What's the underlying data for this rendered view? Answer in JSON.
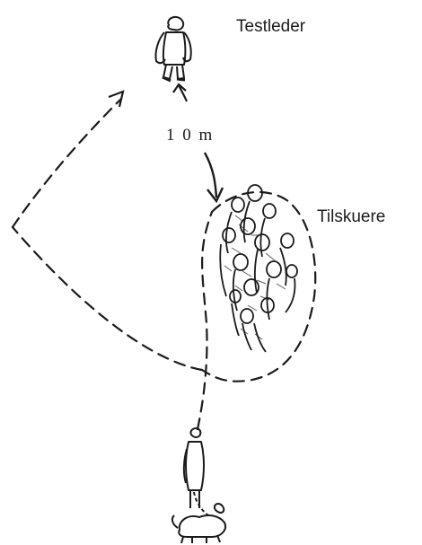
{
  "labels": {
    "test_leader": "Testleder",
    "spectators": "Tilskuere",
    "distance": "1 0 m"
  },
  "figures": {
    "test_leader": "standing-person-icon",
    "spectators": "group-of-people-icon",
    "participant": "person-with-dog-icon"
  },
  "colors": {
    "ink": "#1b1b1b",
    "background": "#ffffff"
  }
}
